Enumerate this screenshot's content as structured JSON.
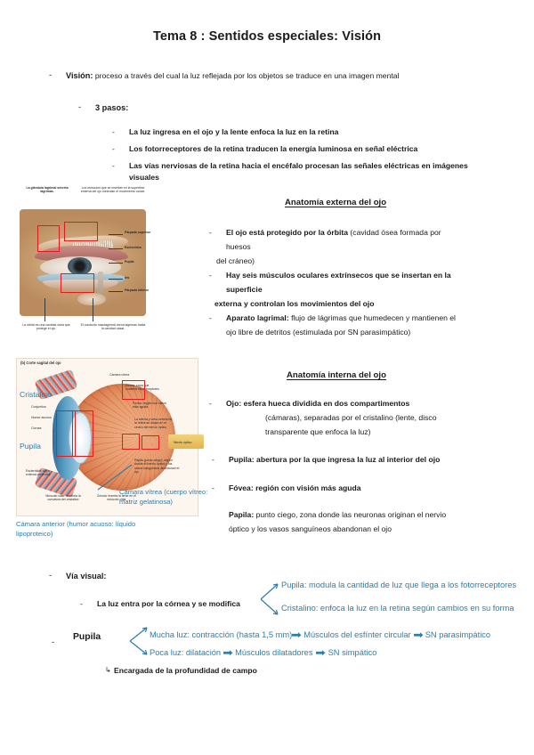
{
  "document": {
    "title": "Tema 8 : Sentidos especiales: Visión"
  },
  "intro": {
    "bullet_marker": "-",
    "term": "Visión:",
    "definition": " proceso a través del cual la luz reflejada por los objetos se traduce en una imagen mental",
    "steps_label": "3 pasos:",
    "steps": [
      "La luz ingresa en el ojo y la lente enfoca la luz en la retina",
      "Los fotorreceptores de la retina traducen la energía luminosa en señal eléctrica",
      "Las vías nerviosas de la retina hacia el encéfalo procesan las señales eléctricas en imágenes visuales"
    ]
  },
  "external": {
    "heading": "Anatomía externa del ojo",
    "items": [
      {
        "bold": "El ojo está protegido por la órbita",
        "rest": " (cavidad ósea formada por"
      },
      {
        "cont1": "huesos",
        "cont2": "del cráneo)"
      },
      {
        "bold": "Hay seis músculos oculares extrínsecos que se insertan en la",
        "rest": ""
      },
      {
        "cont1": "superficie",
        "cont2": "externa y controlan los movimientos del ojo"
      },
      {
        "bold": "Aparato lagrimal:",
        "rest": " flujo de lágrimas que humedecen y mantienen el"
      },
      {
        "cont1": "ojo  libre de detritos (estimulada por SN parasimpático)"
      }
    ]
  },
  "internal": {
    "heading": "Anatomía interna del ojo",
    "items": [
      {
        "bold": "Ojo:",
        "rest": " esfera hueca dividida en dos compartimentos"
      },
      {
        "cont": "(cámaras), separadas por el cristalino (lente, disco"
      },
      {
        "cont": "transparente que enfoca la luz)"
      },
      {
        "bold": "Pupila:",
        "rest": " abertura por la que ingresa la luz al interior del ojo"
      },
      {
        "bold": "Fóvea:",
        "rest": " región con visión más aguda"
      },
      {
        "bold": "Papila:",
        "rest": " punto ciego, zona donde las neuronas originan el  nervio"
      },
      {
        "cont": "óptico y los vasos sanguíneos abandonan el ojo"
      }
    ]
  },
  "figure_external": {
    "name": "Anatomía externa del ojo - fotografía",
    "caption_top_left": "La glándula lagrimal secreta lágrimas.",
    "caption_top_right": "Los músculos que se insertan en la superficie externa del ojo controlan el movimiento ocular.",
    "caption_bottom_left": "La órbita es una cavidad ósea que protege el ojo.",
    "caption_bottom_right": "El conducto nasolagrimal drena lágrimas hasta la cavidad nasal.",
    "labels_right": [
      "Párpado superior",
      "Esclerótica",
      "Pupila",
      "Iris",
      "Párpado inferior"
    ],
    "highlight_color": "#e8191b"
  },
  "figure_internal": {
    "name": "Corte sagital del ojo",
    "panel_caption": "(b) Corte sagital del ojo",
    "blue_labels": [
      "Cristalino",
      "Pupila"
    ],
    "blue_captions": [
      "Cámara vítrea (cuerpo vítreo: matriz gelatinosa)",
      "Cámara anterior (humor acuoso: líquido lipoproteico)"
    ],
    "small_labels": [
      "Cámara vítrea",
      "Retina: capa que contiene fotorreceptores",
      "Fóvea: región con visión más aguda",
      "La arteria y vena central de la retina se alojan en el centro del nervio óptico",
      "Nervio óptico",
      "Papila (punto ciego): región donde el nervio óptico y los vasos sanguíneos abandonan el ojo",
      "Conjuntiva",
      "Humor acuoso",
      "Córnea",
      "Esclerótica: capa externa conectiva",
      "Músculo ciliar: controla la curvatura del cristalino",
      "Zónula: inserta la lente en el músculo ciliar"
    ],
    "highlight_color": "#e8191b"
  },
  "visual_pathway": {
    "heading": "Vía visual:",
    "branch1": {
      "label": "La luz entra por la córnea y se modifica",
      "top": "Pupila: modula la cantidad de luz que llega a los fotorreceptores",
      "bottom": "Cristalino: enfoca la luz en la retina según cambios en su forma"
    },
    "branch2": {
      "label": "Pupila",
      "row_top": {
        "a": "Mucha luz: contracción (hasta 1,5 mm)",
        "b": "Músculos del esfínter circular",
        "c": "SN parasimpático"
      },
      "row_bottom": {
        "a": "Poca luz: dilatación",
        "b": "Músculos dilatadores",
        "c": "SN simpático"
      }
    },
    "footnote_marker": "↳",
    "footnote": "Encargada de la profundidad de campo",
    "accent_color": "#2c7eab"
  }
}
